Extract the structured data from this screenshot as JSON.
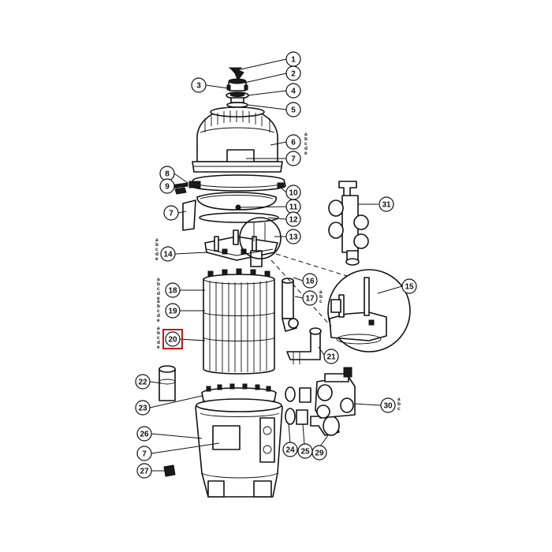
{
  "diagram": {
    "callouts": [
      {
        "id": "c1",
        "label": "1"
      },
      {
        "id": "c2",
        "label": "2"
      },
      {
        "id": "c3",
        "label": "3"
      },
      {
        "id": "c4",
        "label": "4"
      },
      {
        "id": "c5",
        "label": "5"
      },
      {
        "id": "c6",
        "label": "6"
      },
      {
        "id": "c7a",
        "label": "7"
      },
      {
        "id": "c7b",
        "label": "7"
      },
      {
        "id": "c7c",
        "label": "7"
      },
      {
        "id": "c8",
        "label": "8"
      },
      {
        "id": "c9",
        "label": "9"
      },
      {
        "id": "c10",
        "label": "10"
      },
      {
        "id": "c11",
        "label": "11"
      },
      {
        "id": "c12",
        "label": "12"
      },
      {
        "id": "c13",
        "label": "13"
      },
      {
        "id": "c14",
        "label": "14"
      },
      {
        "id": "c15",
        "label": "15"
      },
      {
        "id": "c16",
        "label": "16"
      },
      {
        "id": "c17",
        "label": "17"
      },
      {
        "id": "c18",
        "label": "18"
      },
      {
        "id": "c19",
        "label": "19"
      },
      {
        "id": "c20",
        "label": "20"
      },
      {
        "id": "c21",
        "label": "21"
      },
      {
        "id": "c22",
        "label": "22"
      },
      {
        "id": "c23",
        "label": "23"
      },
      {
        "id": "c24",
        "label": "24"
      },
      {
        "id": "c25",
        "label": "25"
      },
      {
        "id": "c26",
        "label": "26"
      },
      {
        "id": "c27",
        "label": "27"
      },
      {
        "id": "c29",
        "label": "29"
      },
      {
        "id": "c30",
        "label": "30"
      },
      {
        "id": "c31",
        "label": "31"
      }
    ],
    "variant_labels": {
      "v6": [
        "a",
        "b",
        "c",
        "d",
        "e"
      ],
      "v14": [
        "a",
        "b",
        "c",
        "d",
        "e"
      ],
      "v18": [
        "a",
        "b",
        "c",
        "d",
        "e"
      ],
      "v19": [
        "a",
        "b",
        "c",
        "d",
        "e"
      ],
      "v20": [
        "a",
        "b",
        "c",
        "d",
        "e"
      ],
      "v17": [
        "a",
        "b",
        "c"
      ],
      "v30": [
        "a",
        "b",
        "c"
      ]
    },
    "highlighted_callout": "20",
    "highlight_color": "#d01010",
    "line_color": "#111111"
  }
}
